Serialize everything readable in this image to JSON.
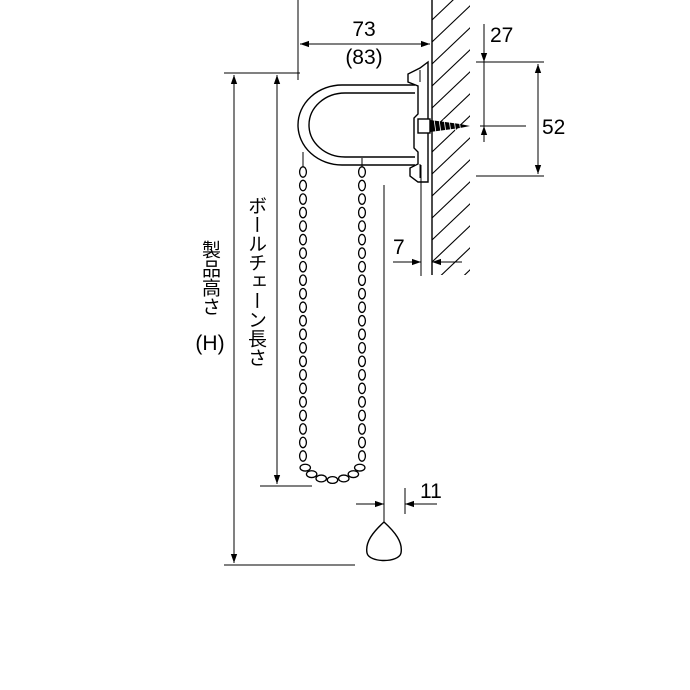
{
  "dimensions": {
    "width_main": "73",
    "width_alt": "(83)",
    "top_offset": "27",
    "bracket_height": "52",
    "wall_gap": "7",
    "cord_offset": "11"
  },
  "labels": {
    "chain_length": "ボールチェーン長さ",
    "product_height_line1": "製品高さ",
    "product_height_line2": "(H)"
  },
  "chain": {
    "left_bead_count": 22,
    "right_bead_count": 22,
    "bottom_bead_count": 7
  },
  "colors": {
    "stroke": "#000000",
    "background": "#ffffff"
  }
}
